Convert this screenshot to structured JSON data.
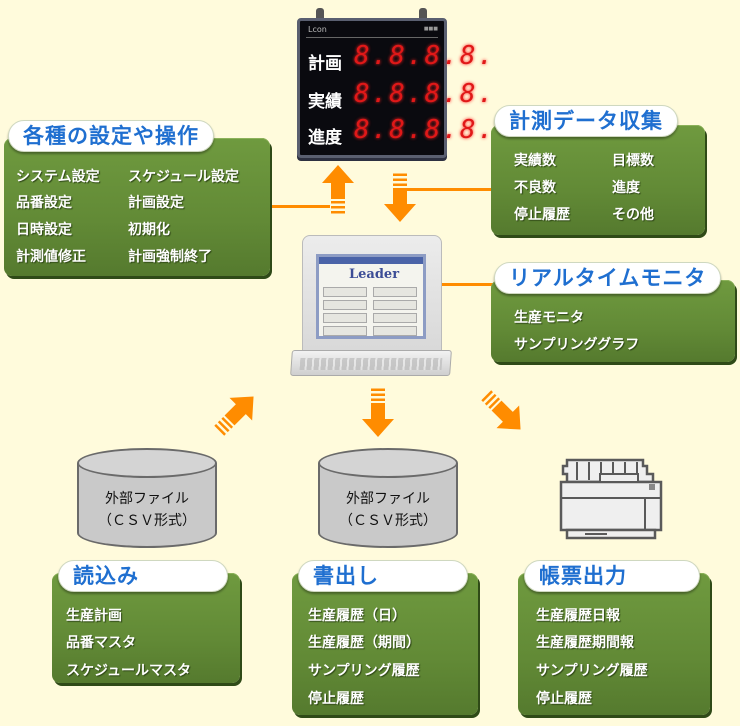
{
  "colors": {
    "background": "#fffbdc",
    "panel_green": "#628a36",
    "title_blue": "#1f6fd0",
    "arrow_orange": "#ff8c00",
    "led_red": "#e01818"
  },
  "display_board": {
    "brand": "Lcon",
    "rows": [
      {
        "label": "計画",
        "digits": "8.8.8.8."
      },
      {
        "label": "実績",
        "digits": "8.8.8.8."
      },
      {
        "label": "進度",
        "digits": "8.8.8.8."
      }
    ]
  },
  "computer": {
    "app_title": "Leader"
  },
  "panels": {
    "settings": {
      "title": "各種の設定や操作",
      "items": [
        "システム設定",
        "スケジュール設定",
        "品番設定",
        "計画設定",
        "日時設定",
        "初期化",
        "計測値修正",
        "計画強制終了"
      ]
    },
    "collection": {
      "title": "計測データ収集",
      "items": [
        "実績数",
        "目標数",
        "不良数",
        "進度",
        "停止履歴",
        "その他"
      ]
    },
    "monitor": {
      "title": "リアルタイムモニタ",
      "items": [
        "生産モニタ",
        "サンプリンググラフ"
      ]
    },
    "import": {
      "title": "読込み",
      "items": [
        "生産計画",
        "品番マスタ",
        "スケジュールマスタ"
      ]
    },
    "export": {
      "title": "書出し",
      "items": [
        "生産履歴（日）",
        "生産履歴（期間）",
        "サンプリング履歴",
        "停止履歴"
      ]
    },
    "report": {
      "title": "帳票出力",
      "items": [
        "生産履歴日報",
        "生産履歴期間報",
        "サンプリング履歴",
        "停止履歴"
      ]
    }
  },
  "storage": {
    "left": {
      "line1": "外部ファイル",
      "line2": "（ＣＳＶ形式）"
    },
    "right": {
      "line1": "外部ファイル",
      "line2": "（ＣＳＶ形式）"
    }
  }
}
